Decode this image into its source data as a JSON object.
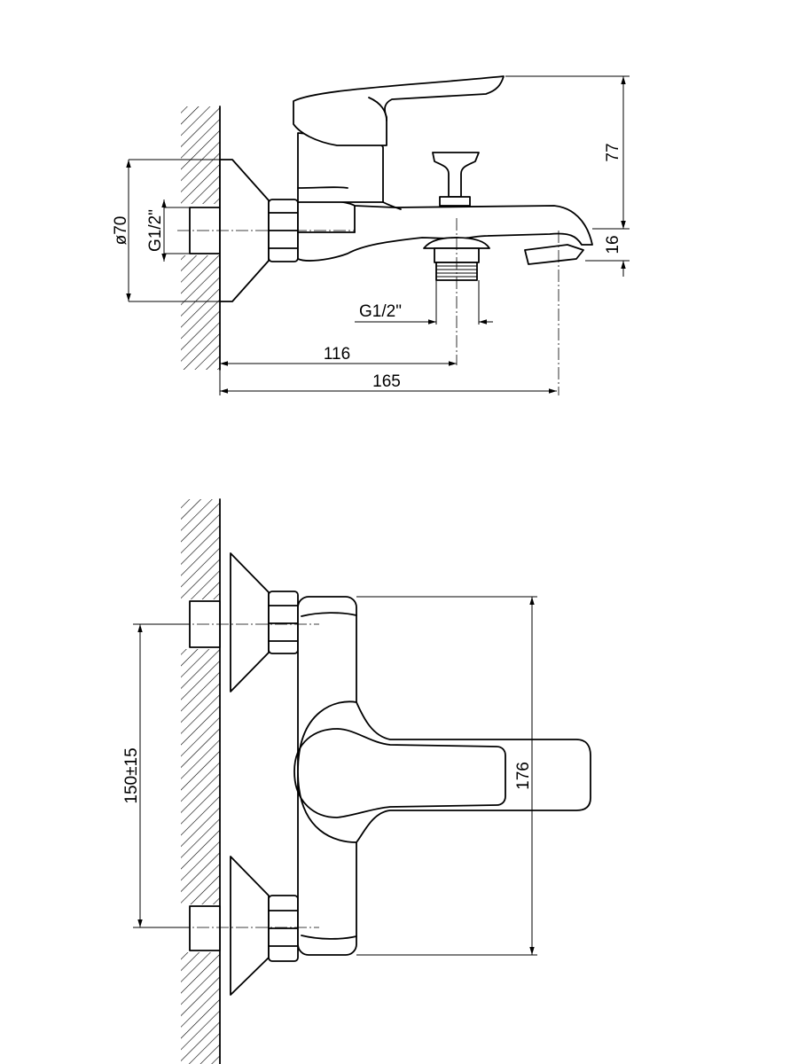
{
  "side_view": {
    "dimensions": {
      "diameter": "ø70",
      "inlet_thread": "G1/2\"",
      "outlet_thread": "G1/2\"",
      "depth_outlet": "116",
      "depth_total": "165",
      "height_total": "77",
      "spout_height": "16"
    }
  },
  "front_view": {
    "dimensions": {
      "center_distance": "150±15",
      "body_height": "176"
    }
  }
}
